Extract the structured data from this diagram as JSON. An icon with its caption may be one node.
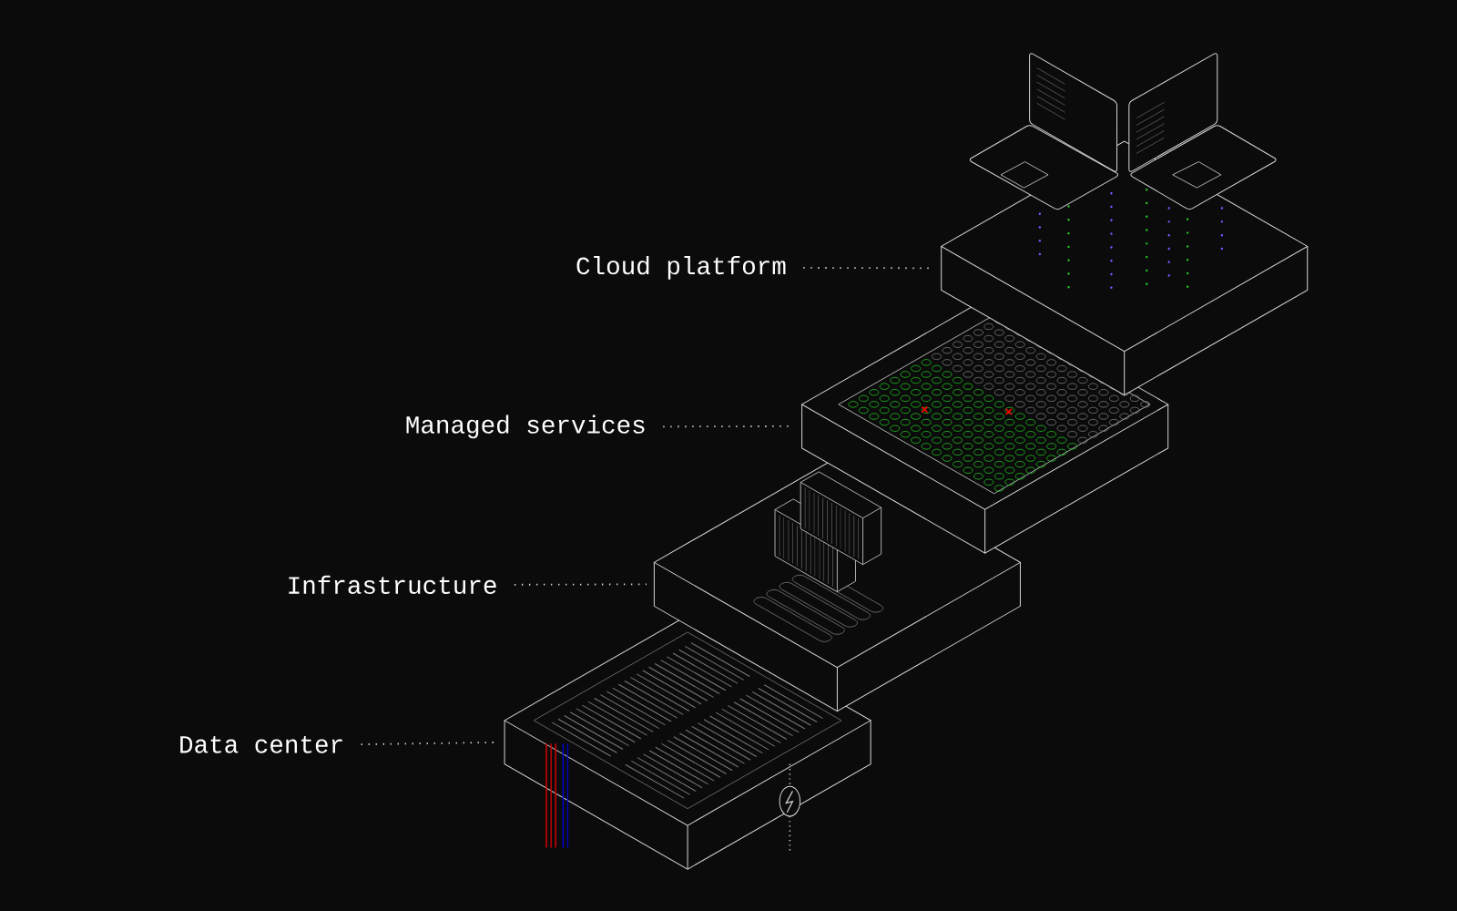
{
  "diagram": {
    "nodes": [
      {
        "text": [
          "Cloud platform"
        ]
      },
      {
        "text": [
          "Managed services"
        ]
      },
      {
        "text": [
          "Infrastructure"
        ]
      },
      {
        "text": [
          "Data center"
        ]
      },
      {
        "text": [],
        "shape": "box"
      },
      {
        "text": [],
        "shape": "box"
      },
      {
        "text": [],
        "shape": "box"
      },
      {
        "text": [],
        "shape": "box"
      }
    ],
    "edges": [
      {
        "from": 0,
        "to": 4,
        "arrow": "none"
      },
      {
        "from": 1,
        "to": 5,
        "arrow": "none"
      },
      {
        "from": 2,
        "to": 6,
        "arrow": "none"
      },
      {
        "from": 3,
        "to": 7,
        "arrow": "none"
      }
    ]
  }
}
